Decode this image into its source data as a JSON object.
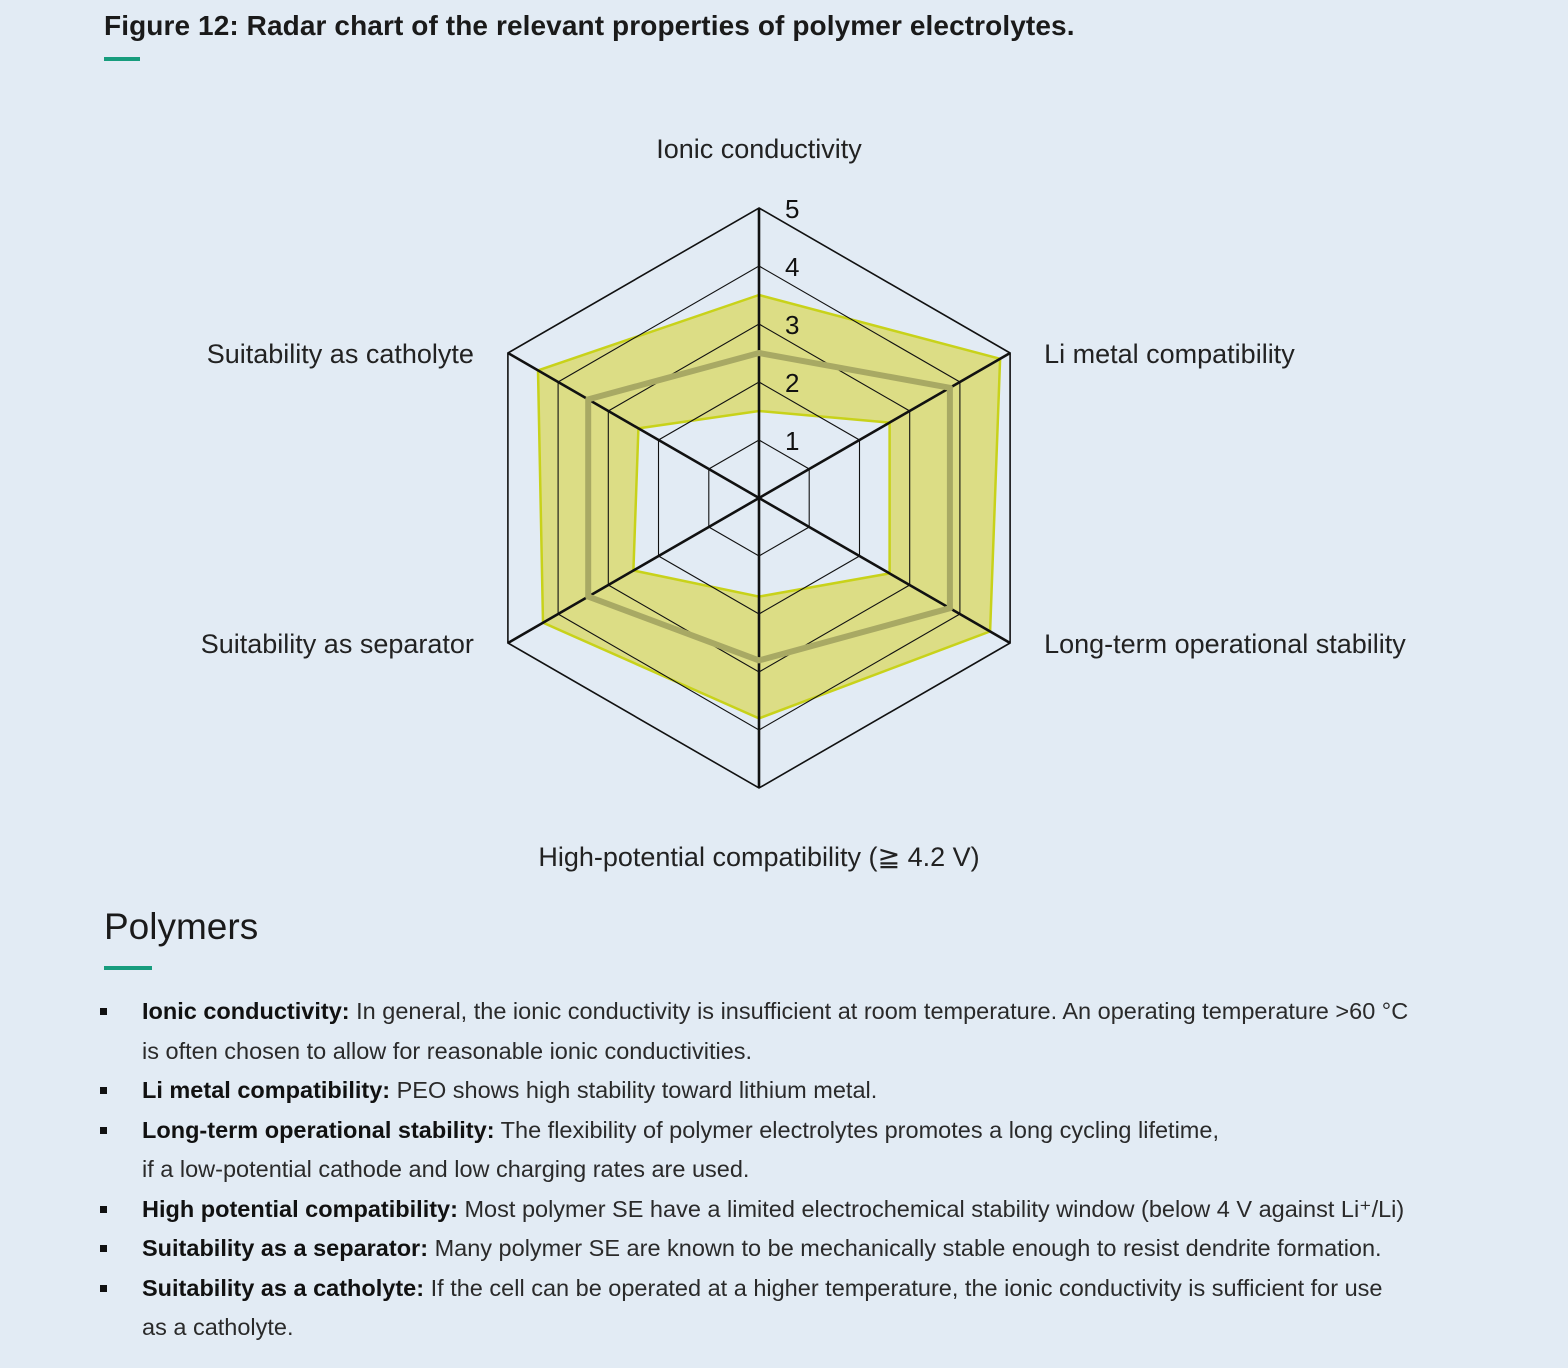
{
  "figure_title": "Figure 12: Radar chart of the relevant properties of polymer electrolytes.",
  "colors": {
    "accent": "#179c7d",
    "background": "#e2ebf4",
    "band_fill": "#dbdc7e",
    "band_stroke": "#c8d21a",
    "median_line": "#a8a964",
    "grid": "#111111"
  },
  "chart_data": {
    "type": "radar",
    "title": "",
    "axes": [
      "Ionic conductivity",
      "Li metal compatibility",
      "Long-term operational stability",
      "High-potential compatibility (≧ 4.2 V)",
      "Suitability as separator",
      "Suitability as catholyte"
    ],
    "tick_labels": [
      "1",
      "2",
      "3",
      "4",
      "5"
    ],
    "rlim": [
      0,
      5
    ],
    "rings": [
      1,
      2,
      3,
      4,
      5
    ],
    "grid": true,
    "series": [
      {
        "role": "upper",
        "values": [
          3.5,
          4.8,
          4.6,
          3.8,
          4.3,
          4.4
        ]
      },
      {
        "role": "median",
        "values": [
          2.5,
          3.8,
          3.8,
          2.8,
          3.4,
          3.4
        ]
      },
      {
        "role": "lower",
        "values": [
          1.5,
          2.6,
          2.6,
          1.7,
          2.5,
          2.4
        ]
      }
    ]
  },
  "section": {
    "title": "Polymers",
    "bullets": [
      {
        "term": "Ionic conductivity:",
        "text": "In general, the ionic conductivity is insufficient at room temperature. An operating temperature >60 °C",
        "text2": "is often chosen to allow for reasonable ionic conductivities."
      },
      {
        "term": "Li metal compatibility:",
        "text": "PEO shows high stability toward lithium metal.",
        "text2": ""
      },
      {
        "term": "Long-term operational stability:",
        "text": "The flexibility of polymer electrolytes promotes a long cycling lifetime,",
        "text2": "if a low-potential cathode and low charging rates are used."
      },
      {
        "term": "High potential compatibility:",
        "text": "Most polymer SE have a limited electrochemical stability window (below 4 V against Li⁺/Li)",
        "text2": ""
      },
      {
        "term": "Suitability as a separator:",
        "text": "Many polymer SE are known to be mechanically stable enough to resist dendrite formation.",
        "text2": ""
      },
      {
        "term": "Suitability as a catholyte:",
        "text": "If the cell can be operated at a higher temperature, the ionic conductivity is sufficient for use",
        "text2": "as a catholyte."
      }
    ]
  }
}
